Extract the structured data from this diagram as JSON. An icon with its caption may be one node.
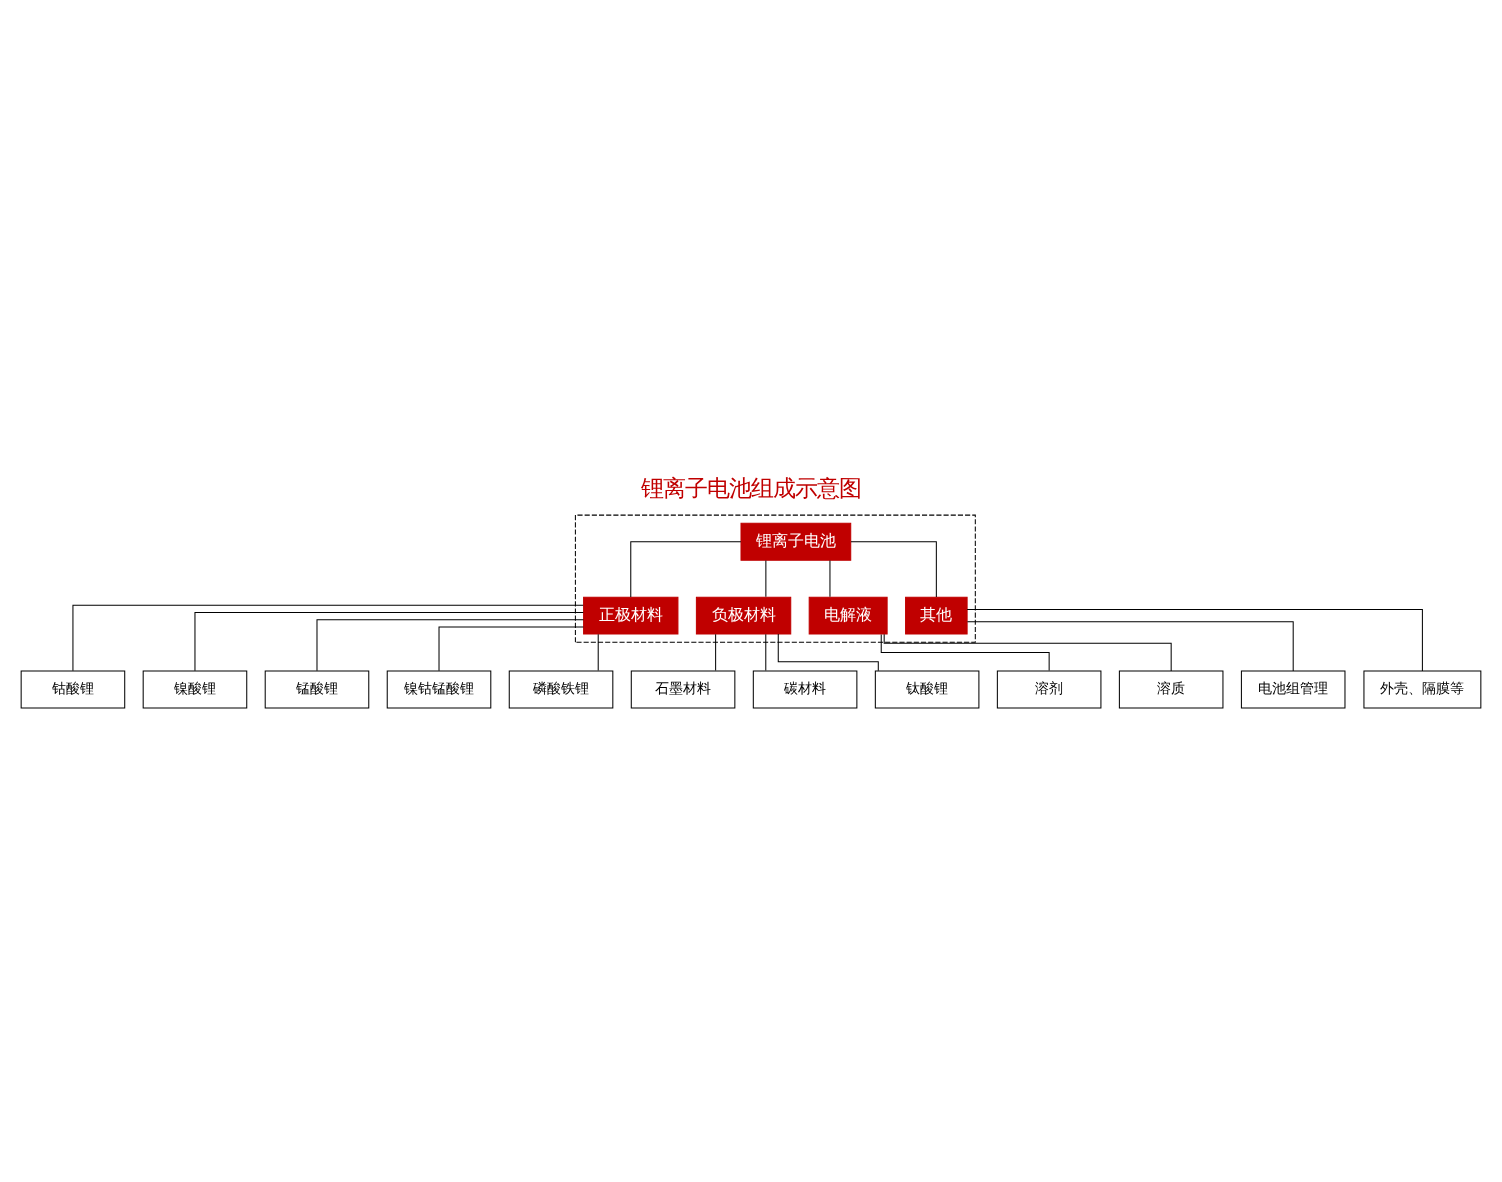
{
  "diagram": {
    "title": "锂离子电池组成示意图",
    "nodes": [
      {
        "text": [],
        "shape": "box"
      },
      {
        "text": [
          "锂离子电池"
        ],
        "in": 0
      },
      {
        "text": [
          "正极材料"
        ],
        "in": 0
      },
      {
        "text": [
          "负极材料"
        ],
        "in": 0
      },
      {
        "text": [
          "电解液"
        ],
        "in": 0
      },
      {
        "text": [
          "其他"
        ],
        "in": 0
      },
      {
        "text": [
          "钴酸锂"
        ]
      },
      {
        "text": [
          "镍酸锂"
        ]
      },
      {
        "text": [
          "锰酸锂"
        ]
      },
      {
        "text": [
          "镍钴锰酸锂"
        ]
      },
      {
        "text": [
          "磷酸铁锂"
        ]
      },
      {
        "text": [
          "电池组管理"
        ]
      },
      {
        "text": [
          "外壳、隔膜等"
        ]
      },
      {
        "text": [
          "石墨材料"
        ]
      },
      {
        "text": [
          "碳材料"
        ]
      },
      {
        "text": [
          "钛酸锂"
        ]
      },
      {
        "text": [
          "溶剂"
        ]
      },
      {
        "text": [
          "溶质"
        ]
      }
    ],
    "edges": [
      {
        "from": 1,
        "to": 2,
        "arrow": "none"
      },
      {
        "from": 1,
        "to": 3,
        "arrow": "none"
      },
      {
        "from": 1,
        "to": 4,
        "arrow": "none"
      },
      {
        "from": 1,
        "to": 5,
        "arrow": "none"
      },
      {
        "from": 2,
        "to": 6,
        "arrow": "none"
      },
      {
        "from": 2,
        "to": 7,
        "arrow": "none"
      },
      {
        "from": 2,
        "to": 8,
        "arrow": "none"
      },
      {
        "from": 2,
        "to": 9,
        "arrow": "none"
      },
      {
        "from": 2,
        "to": 10,
        "arrow": "none"
      },
      {
        "from": 5,
        "to": 11,
        "arrow": "none"
      },
      {
        "from": 5,
        "to": 12,
        "arrow": "none"
      },
      {
        "from": 3,
        "to": 13,
        "arrow": "none"
      },
      {
        "from": 3,
        "to": 14,
        "arrow": "none"
      },
      {
        "from": 3,
        "to": 15,
        "arrow": "none"
      },
      {
        "from": 4,
        "to": 16,
        "arrow": "none"
      },
      {
        "from": 4,
        "to": 17,
        "arrow": "none"
      }
    ]
  }
}
